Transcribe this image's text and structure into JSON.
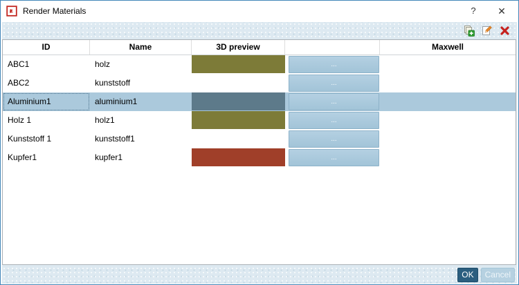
{
  "window": {
    "title": "Render Materials",
    "help_label": "?",
    "close_label": "✕"
  },
  "toolbar": {
    "icons": [
      {
        "name": "add-material-icon"
      },
      {
        "name": "edit-material-icon"
      },
      {
        "name": "delete-material-icon"
      }
    ]
  },
  "table": {
    "columns": [
      "ID",
      "Name",
      "3D preview",
      "",
      "Maxwell"
    ],
    "browse_label": "...",
    "rows": [
      {
        "id": "ABC1",
        "name": "holz",
        "preview_color": "#7d7b38",
        "maxwell": "",
        "selected": false
      },
      {
        "id": "ABC2",
        "name": "kunststoff",
        "preview_color": null,
        "maxwell": "",
        "selected": false
      },
      {
        "id": "Aluminium1",
        "name": "aluminium1",
        "preview_color": "#5d7a8a",
        "maxwell": "",
        "selected": true
      },
      {
        "id": "Holz 1",
        "name": "holz1",
        "preview_color": "#7d7b38",
        "maxwell": "",
        "selected": false
      },
      {
        "id": "Kunststoff 1",
        "name": "kunststoff1",
        "preview_color": null,
        "maxwell": "",
        "selected": false
      },
      {
        "id": "Kupfer1",
        "name": "kupfer1",
        "preview_color": "#a03f29",
        "maxwell": "",
        "selected": false
      }
    ]
  },
  "footer": {
    "ok_label": "OK",
    "cancel_label": "Cancel"
  },
  "colors": {
    "window_border": "#4286b8",
    "client_bg": "#dde9f1",
    "selected_row": "#abc9dc",
    "browse_button": "#a9c7db",
    "ok_button": "#2b5e7f",
    "cancel_button": "#b6d1e1",
    "delete_icon_red": "#c5211e",
    "add_icon_green": "#2e9b31",
    "app_icon_red": "#c2251f"
  }
}
